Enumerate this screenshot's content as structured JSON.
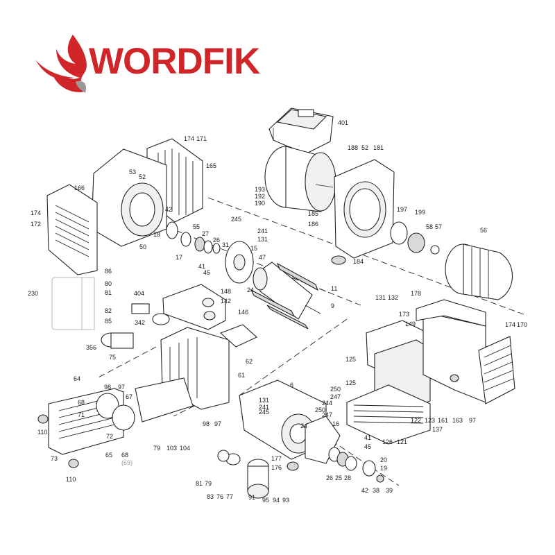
{
  "brand": {
    "logo_text": "WORDFIK",
    "color": "#d0262a"
  },
  "part_labels": [
    "401",
    "174",
    "171",
    "188",
    "52",
    "181",
    "165",
    "53",
    "52",
    "166",
    "193",
    "192",
    "190",
    "185",
    "186",
    "197",
    "199",
    "58",
    "57",
    "56",
    "174",
    "172",
    "50",
    "18",
    "42",
    "17",
    "55",
    "27",
    "26",
    "31",
    "245",
    "241",
    "131",
    "15",
    "47",
    "41",
    "45",
    "24",
    "11",
    "9",
    "184",
    "86",
    "80",
    "81",
    "230",
    "82",
    "85",
    "404",
    "148",
    "142",
    "342",
    "146",
    "131",
    "132",
    "178",
    "173",
    "174",
    "170",
    "149",
    "356",
    "75",
    "62",
    "61",
    "125",
    "125",
    "6",
    "250",
    "247",
    "131",
    "241",
    "244",
    "245",
    "250",
    "247",
    "24",
    "16",
    "98",
    "97",
    "64",
    "67",
    "68",
    "71",
    "72",
    "65",
    "68",
    "(69)",
    "110",
    "73",
    "110",
    "79",
    "103",
    "104",
    "98",
    "97",
    "81",
    "79",
    "83",
    "76",
    "77",
    "91",
    "95",
    "94",
    "93",
    "177",
    "176",
    "26",
    "25",
    "28",
    "20",
    "19",
    "42",
    "38",
    "39",
    "41",
    "45",
    "126",
    "121",
    "122",
    "123",
    "161",
    "163",
    "97",
    "137"
  ]
}
